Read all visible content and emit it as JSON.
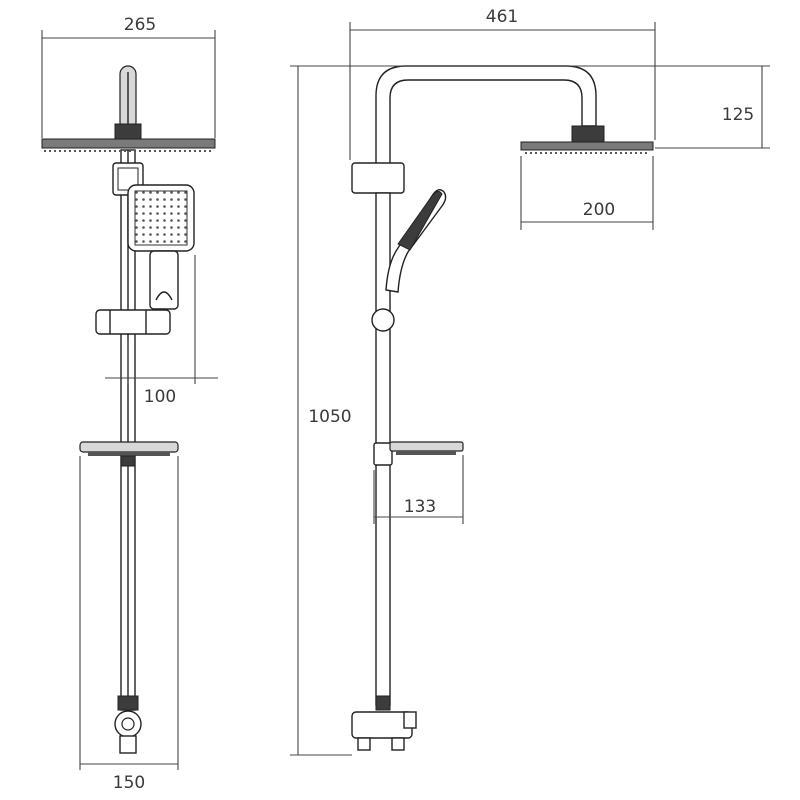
{
  "dimensions": {
    "front_head_width": "265",
    "front_handset_offset": "100",
    "front_base_width": "150",
    "side_arm_reach": "461",
    "side_head_drop": "125",
    "side_head_width": "200",
    "side_total_height": "1050",
    "side_shelf_depth": "133"
  }
}
